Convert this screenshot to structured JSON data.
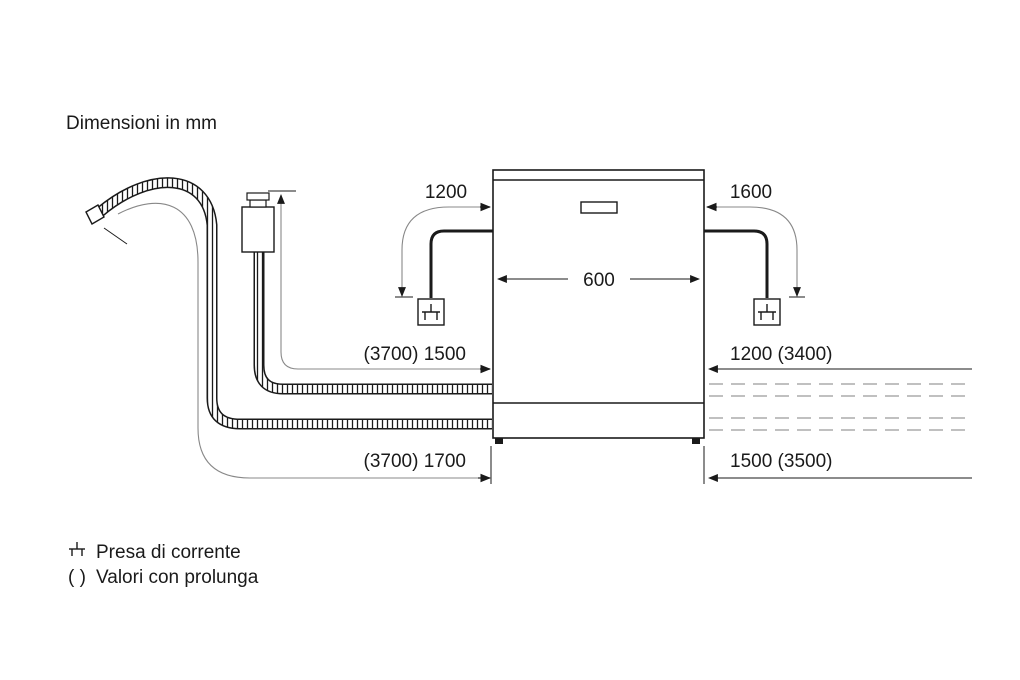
{
  "title": "Dimensioni in mm",
  "dimensions": {
    "left_top": "1200",
    "right_top": "1600",
    "width": "600",
    "left_hose_inlet": "(3700) 1500",
    "left_hose_drain": "(3700) 1700",
    "right_inlet": "1200 (3400)",
    "right_drain": "1500 (3500)"
  },
  "legend": {
    "socket_label": "Presa di corrente",
    "extension_symbol": "( )",
    "extension_label": "Valori con prolunga"
  },
  "icons": [
    "power-socket-icon",
    "power-socket-icon"
  ],
  "colors": {
    "ink": "#1a1a1a",
    "dash": "#9a9a9a",
    "leader": "#888888"
  }
}
